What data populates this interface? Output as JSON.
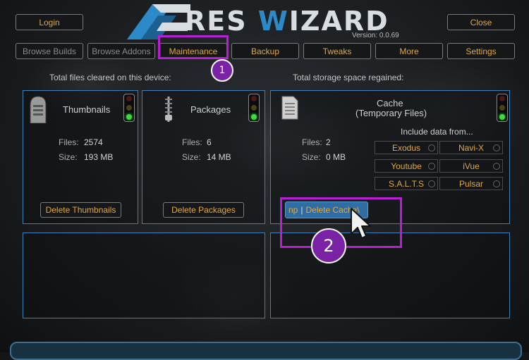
{
  "header": {
    "login_label": "Login",
    "close_label": "Close",
    "logo_text_a": "RES",
    "logo_text_b": "W",
    "logo_text_c": "IZARD",
    "version": "Version: 0.0.69"
  },
  "nav": {
    "browse_builds": "Browse Builds",
    "browse_addons": "Browse Addons",
    "maintenance": "Maintenance",
    "backup": "Backup",
    "tweaks": "Tweaks",
    "more": "More",
    "settings": "Settings"
  },
  "headings": {
    "left": "Total files cleared on this device:",
    "right": "Total storage space regained:"
  },
  "thumbnails": {
    "title": "Thumbnails",
    "files_label": "Files:",
    "files_value": "2574",
    "size_label": "Size:",
    "size_value": "193 MB",
    "button": "Delete Thumbnails"
  },
  "packages": {
    "title": "Packages",
    "files_label": "Files:",
    "files_value": "6",
    "size_label": "Size:",
    "size_value": "14 MB",
    "button": "Delete Packages"
  },
  "cache": {
    "title": "Cache",
    "subtitle": "(Temporary Files)",
    "files_label": "Files:",
    "files_value": "2",
    "size_label": "Size:",
    "size_value": "0 MB",
    "include_label": "Include data from...",
    "options": [
      "Exodus",
      "Navi-X",
      "Youtube",
      "iVue",
      "S.A.L.T.S",
      "Pulsar"
    ],
    "button_prefix": "np",
    "button_label": "Delete Cache\\"
  },
  "markers": {
    "step1": "1",
    "step2": "2"
  },
  "colors": {
    "accent_text": "#e3a840",
    "panel_border": "#3d7fb6",
    "marker": "#b81fd4"
  }
}
